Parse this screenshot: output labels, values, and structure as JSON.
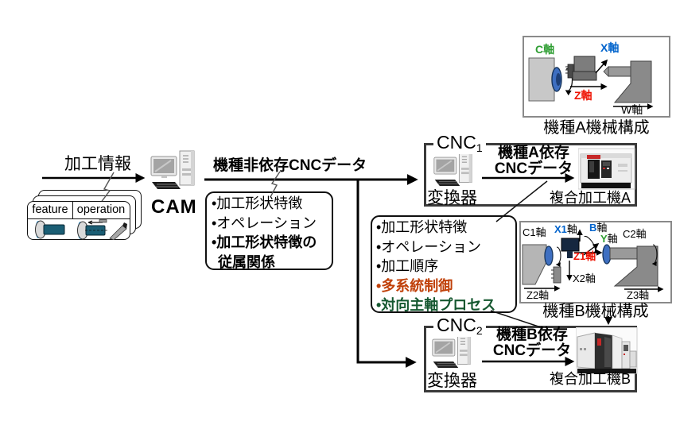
{
  "colors": {
    "axis_green": "#2f9e33",
    "axis_blue": "#0063cc",
    "axis_red": "#ee1100",
    "emphasis_orange": "#c04009",
    "emphasis_green": "#14572f"
  },
  "left": {
    "machining_info_label": "加工情報",
    "cam_label": "CAM",
    "card_header_feature": "feature",
    "card_header_operation": "operation"
  },
  "center": {
    "independent_cnc_data_label": "機種非依存CNCデータ",
    "independent_items": [
      "•加工形状特徴",
      "•オペレーション",
      "•加工形状特徴の",
      "従属関係"
    ],
    "dependent_items": [
      "•加工形状特徴",
      "•オペレーション",
      "•加工順序",
      "•多系統制御",
      "•対向主軸プロセス"
    ]
  },
  "cnc1": {
    "name": "CNC",
    "index": "1",
    "converter_label": "変換器",
    "data_label_line1": "機種A依存",
    "data_label_line2": "CNCデータ",
    "machine_label": "複合加工機A"
  },
  "cnc2": {
    "name": "CNC",
    "index": "2",
    "converter_label": "変換器",
    "data_label_line1": "機種B依存",
    "data_label_line2": "CNCデータ",
    "machine_label": "複合加工機B"
  },
  "machine_a": {
    "caption": "機種A機械構成",
    "axis_c": "C軸",
    "axis_x": "X軸",
    "axis_z": "Z軸",
    "axis_w": "W軸"
  },
  "machine_b": {
    "caption": "機種B機械構成",
    "axis_c1": "C1軸",
    "axis_x1_head": "X1",
    "axis_x1_tail": "軸",
    "axis_b_head": "B",
    "axis_b_tail": "軸",
    "axis_y_head": "Y",
    "axis_y_tail": "軸",
    "axis_z1": "Z1軸",
    "axis_x2": "X2軸",
    "axis_z2": "Z2軸",
    "axis_z3": "Z3軸",
    "axis_c2": "C2軸"
  }
}
